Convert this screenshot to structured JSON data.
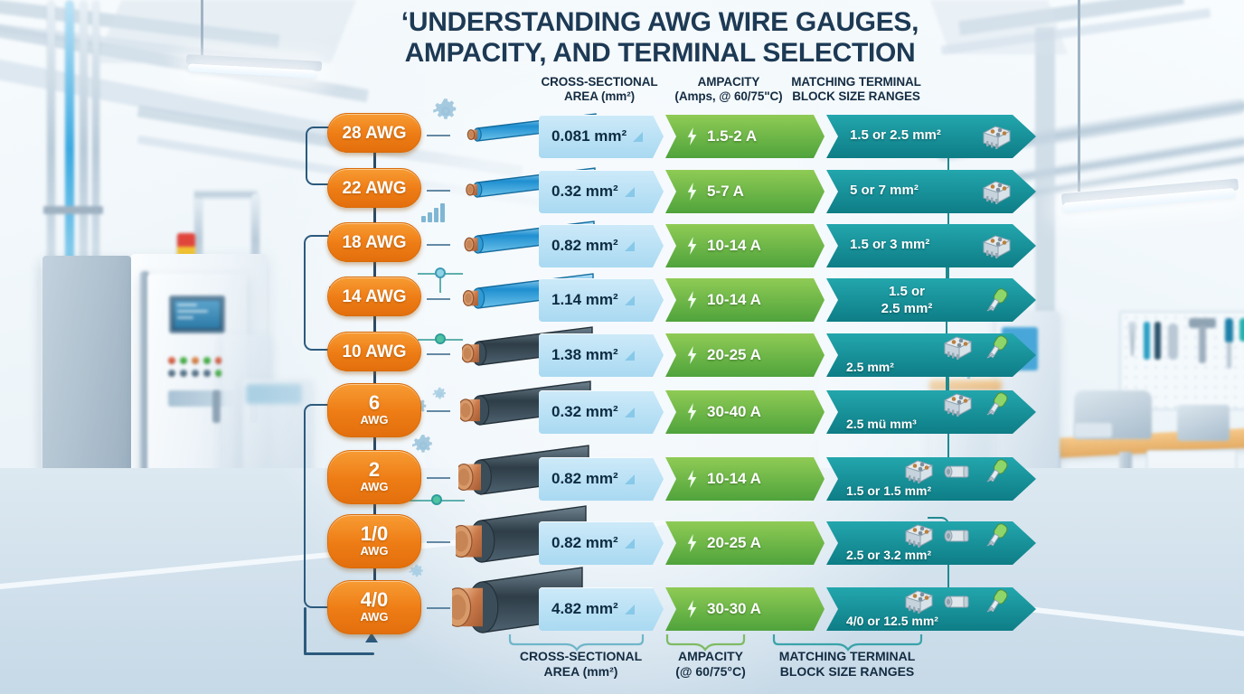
{
  "title": {
    "line1": "‘UNDERSTANDING AWG WIRE GAUGES,",
    "line2": "AMPACITY, AND TERMINAL SELECTION"
  },
  "headers": {
    "area": {
      "line1": "CROSS-SECTIONAL",
      "line2": "AREA (mm²)"
    },
    "ampacity": {
      "line1": "AMPACITY",
      "line2": "(Amps, @ 60/75\"C)"
    },
    "terminal": {
      "line1": "MATCHING TERMINAL",
      "line2": "BLOCK SIZE RANGES"
    }
  },
  "footers": {
    "area": {
      "line1": "CROSS-SECTIONAL",
      "line2": "AREA (mm²)"
    },
    "ampacity": {
      "line1": "AMPACITY",
      "line2": "(@ 60/75°C)"
    },
    "terminal": {
      "line1": "MATCHING TERMINAL",
      "line2": "BLOCK SIZE RANGES"
    }
  },
  "colors": {
    "orange": "#ef7d16",
    "area_blue": "#a9d9f1",
    "amp_green": "#4fa33c",
    "term_teal": "#0e7d86",
    "title_navy": "#1d3a55",
    "spine_navy": "#2c4a66",
    "bracket_teal": "#1f8a90"
  },
  "chart_data": {
    "type": "table",
    "title": "Understanding AWG Wire Gauges, Ampacity, and Terminal Selection",
    "columns": [
      "AWG",
      "Cross-Sectional Area (mm²)",
      "Ampacity (Amps, @ 60/75°C)",
      "Matching Terminal Block Size Ranges"
    ],
    "rows": [
      {
        "awg_main": "28",
        "awg_sub": "AWG",
        "stacked": false,
        "area": "0.081 mm²",
        "ampacity": "1.5-2 A",
        "terminal": "1.5 or 2.5 mm²",
        "terminal_pos": "left",
        "icons": [
          "terminal-block"
        ]
      },
      {
        "awg_main": "22",
        "awg_sub": "AWG",
        "stacked": false,
        "area": "0.32 mm²",
        "ampacity": "5-7 A",
        "terminal": "5 or 7 mm²",
        "terminal_pos": "left",
        "icons": [
          "terminal-block"
        ]
      },
      {
        "awg_main": "18",
        "awg_sub": "AWG",
        "stacked": false,
        "area": "0.82 mm²",
        "ampacity": "10-14 A",
        "terminal": "1.5 or 3 mm²",
        "terminal_pos": "left",
        "icons": [
          "terminal-block"
        ]
      },
      {
        "awg_main": "14",
        "awg_sub": "AWG",
        "stacked": false,
        "area": "1.14 mm²",
        "ampacity": "10-14 A",
        "terminal": "1.5 or\n2.5 mm²",
        "terminal_pos": "center-two-line",
        "icons": [
          "screwdriver"
        ]
      },
      {
        "awg_main": "10",
        "awg_sub": "AWG",
        "stacked": false,
        "area": "1.38 mm²",
        "ampacity": "20-25 A",
        "terminal": "2.5 mm²",
        "terminal_pos": "below",
        "icons": [
          "terminal-block",
          "screwdriver"
        ]
      },
      {
        "awg_main": "6",
        "awg_sub": "AWG",
        "stacked": true,
        "area": "0.32 mm²",
        "ampacity": "30-40 A",
        "terminal": "2.5 mü mm³",
        "terminal_pos": "below",
        "icons": [
          "terminal-block",
          "screwdriver"
        ]
      },
      {
        "awg_main": "2",
        "awg_sub": "AWG",
        "stacked": true,
        "area": "0.82 mm²",
        "ampacity": "10-14 A",
        "terminal": "1.5 or 1.5 mm²",
        "terminal_pos": "below",
        "icons": [
          "terminal-block",
          "ferrule",
          "screwdriver"
        ]
      },
      {
        "awg_main": "1/0",
        "awg_sub": "AWG",
        "stacked": true,
        "area": "0.82 mm²",
        "ampacity": "20-25 A",
        "terminal": "2.5 or 3.2 mm²",
        "terminal_pos": "below",
        "icons": [
          "terminal-block",
          "ferrule",
          "screwdriver"
        ]
      },
      {
        "awg_main": "4/0",
        "awg_sub": "AWG",
        "stacked": true,
        "area": "4.82 mm²",
        "ampacity": "30-30 A",
        "terminal": "4/0 or 12.5 mm²",
        "terminal_pos": "below",
        "icons": [
          "terminal-block",
          "ferrule",
          "screwdriver"
        ]
      }
    ]
  }
}
